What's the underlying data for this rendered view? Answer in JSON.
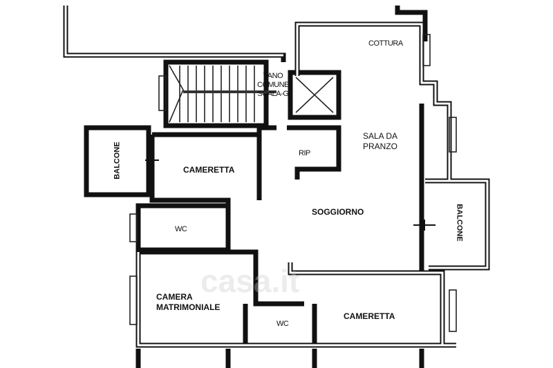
{
  "rooms": {
    "vano_comune": [
      "VANO",
      "COMUNE",
      "SCALA-G"
    ],
    "cottura": "COTTURA",
    "sala_da_pranzo": [
      "SALA DA",
      "PRANZO"
    ],
    "rip": "RIP",
    "balcone_left": "BALCONE",
    "cameretta_top": "CAMERETTA",
    "soggiorno": "SOGGIORNO",
    "balcone_right": "BALCONE",
    "wc_left": "WC",
    "camera_matrimoniale": [
      "CAMERA",
      "MATRIMONIALE"
    ],
    "wc_bottom": "WC",
    "cameretta_bottom": "CAMERETTA"
  },
  "watermark": "casa.it"
}
